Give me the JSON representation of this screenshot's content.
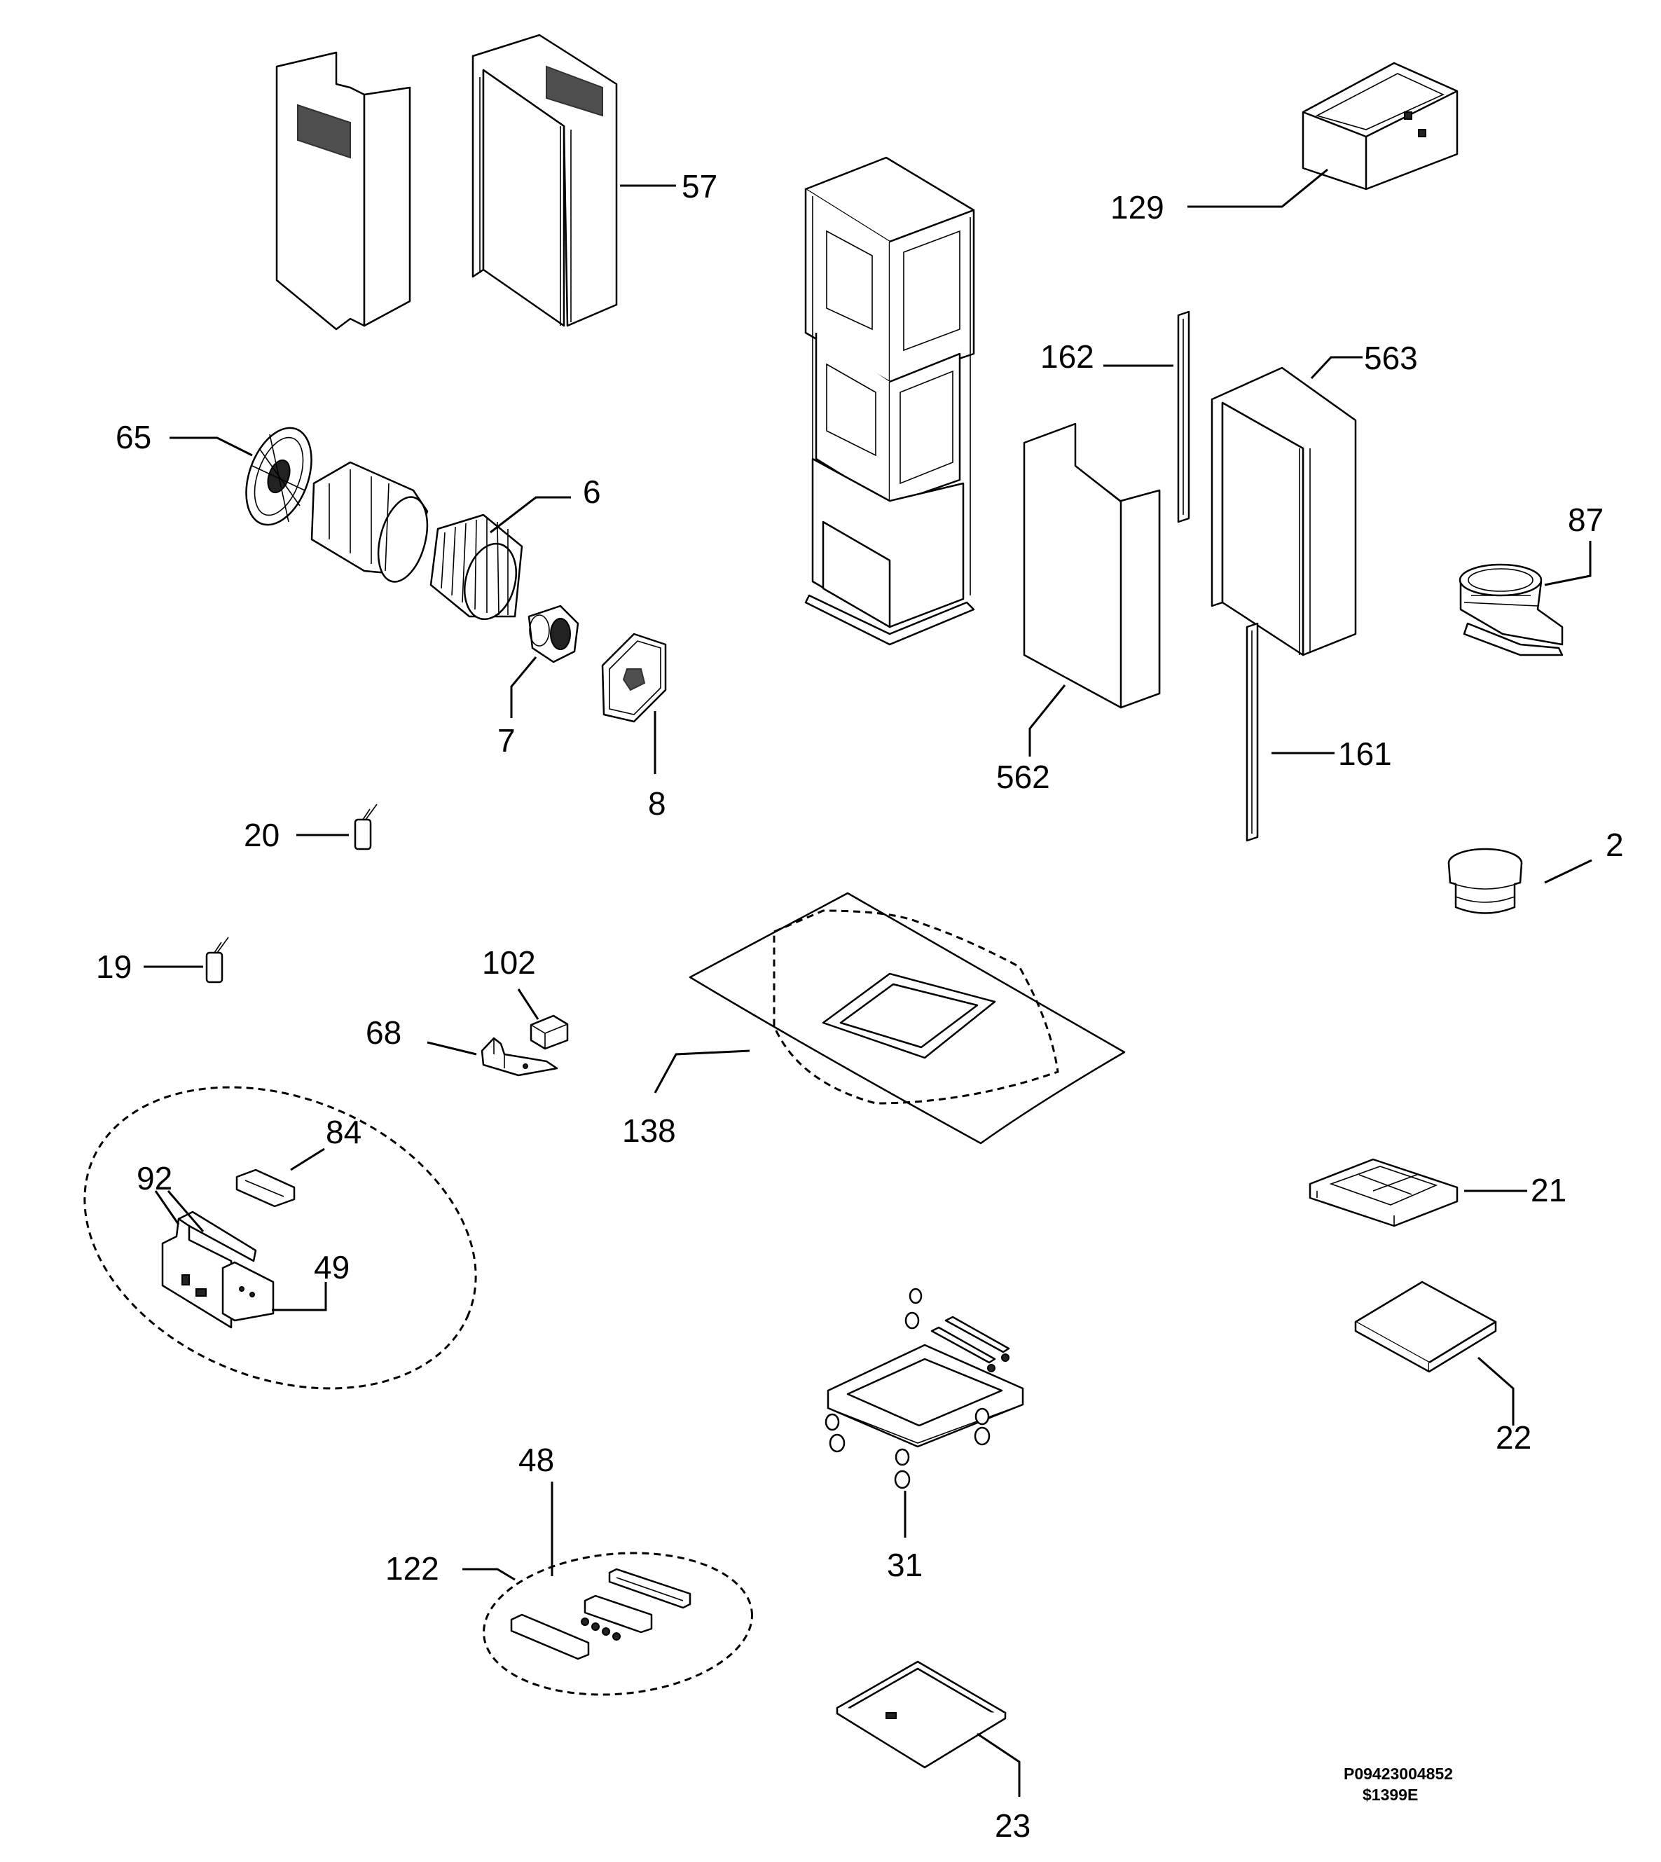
{
  "labels": {
    "p57": "57",
    "p129": "129",
    "p162": "162",
    "p563": "563",
    "p65": "65",
    "p6": "6",
    "p87": "87",
    "p7": "7",
    "p8": "8",
    "p161": "161",
    "p562": "562",
    "p20": "20",
    "p2": "2",
    "p19": "19",
    "p102": "102",
    "p68": "68",
    "p84": "84",
    "p138": "138",
    "p92": "92",
    "p21": "21",
    "p49": "49",
    "p22": "22",
    "p48": "48",
    "p122": "122",
    "p31": "31",
    "p23": "23"
  },
  "footer": {
    "code1": "P09423004852",
    "code2": "$1399E"
  }
}
